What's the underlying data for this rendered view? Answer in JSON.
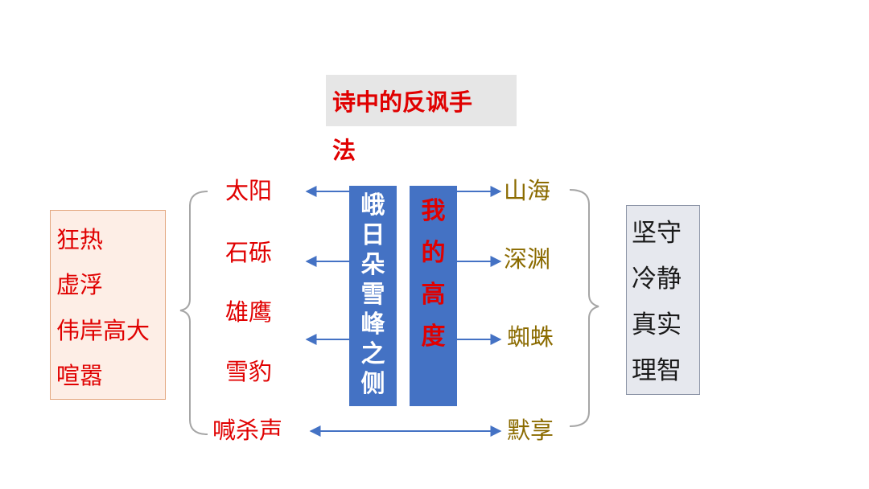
{
  "title": [
    "诗中的反讽手",
    "法"
  ],
  "left_box": [
    "狂热",
    "虚浮",
    "伟岸高大",
    "喧嚣"
  ],
  "red_items": [
    "太阳",
    "石砾",
    "雄鹰",
    "雪豹",
    "喊杀声"
  ],
  "center_left": [
    "峨",
    "日",
    "朵",
    "雪",
    "峰",
    "之",
    "侧"
  ],
  "center_right": [
    "我",
    "的",
    "高",
    "度"
  ],
  "olive_items": [
    "山海",
    "深渊",
    "蜘蛛",
    "默享"
  ],
  "right_box": [
    "坚守",
    "冷静",
    "真实",
    "理智"
  ],
  "colors": {
    "red": "#e00000",
    "olive": "#8b6b00",
    "column_blue": "#4472c4",
    "arrow_blue": "#4472c4"
  }
}
